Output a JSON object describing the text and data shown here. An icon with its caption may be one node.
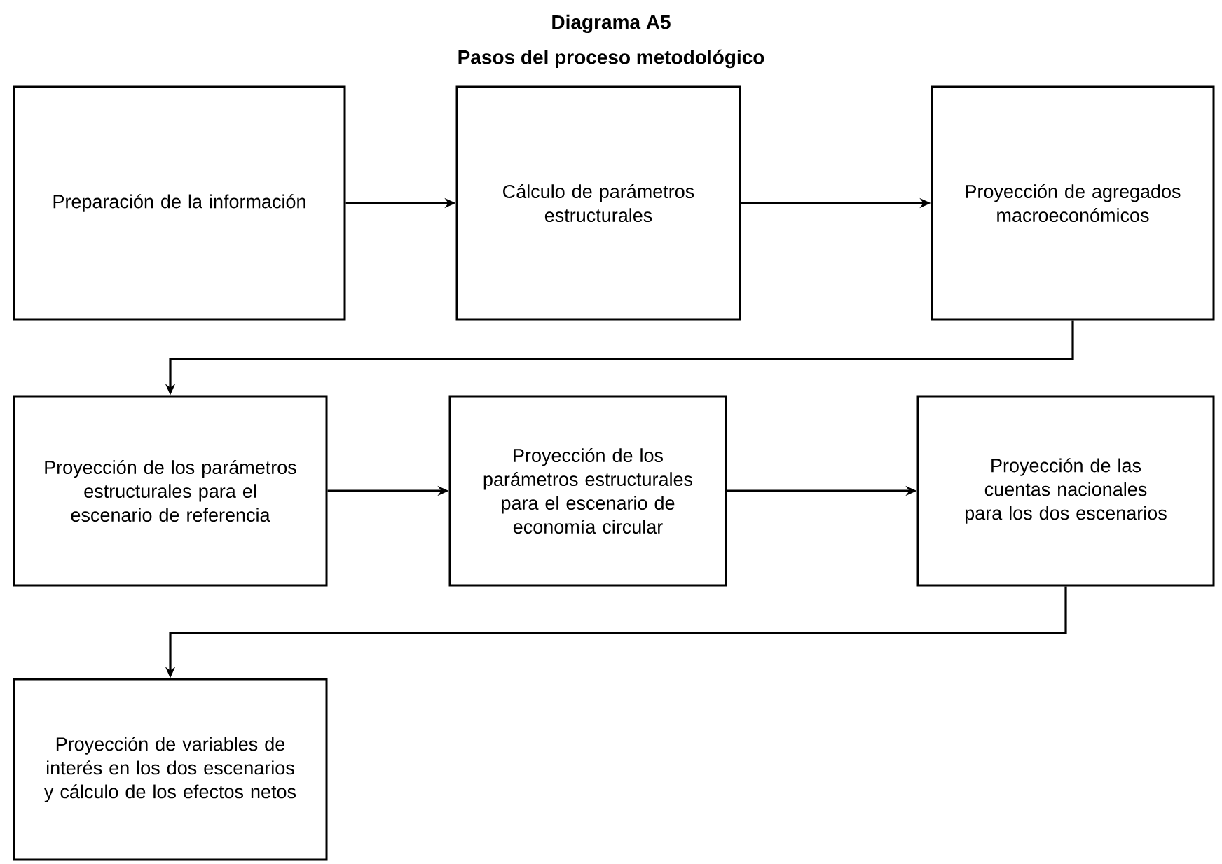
{
  "diagram": {
    "title": "Diagrama A5",
    "nodes": [
      {
        "text": [
          "Preparación de la información"
        ]
      },
      {
        "text": [
          "Cálculo de parámetros estructurales"
        ]
      },
      {
        "text": [
          "Proyección de agregados macroeconómicos"
        ]
      },
      {
        "text": [
          "Proyección de los parámetros estructurales para el escenario de referencia"
        ]
      },
      {
        "text": [
          "Proyección de los parámetros estructurales para el escenario de economía circular"
        ]
      },
      {
        "text": [
          "Proyección de las cuentas nacionales para los dos escenarios"
        ]
      },
      {
        "text": [
          "Proyección de variables de interés en los dos escenarios y cálculo de los efectos netos"
        ]
      }
    ],
    "edges": [
      {
        "from": 0,
        "to": 1,
        "arrow": "to"
      },
      {
        "from": 1,
        "to": 2,
        "arrow": "to"
      },
      {
        "from": 2,
        "to": 3,
        "arrow": "to"
      },
      {
        "from": 3,
        "to": 4,
        "arrow": "to"
      },
      {
        "from": 4,
        "to": 5,
        "arrow": "to"
      },
      {
        "from": 5,
        "to": 6,
        "arrow": "to"
      }
    ],
    "labels": [
      "Pasos del proceso metodológico"
    ]
  }
}
